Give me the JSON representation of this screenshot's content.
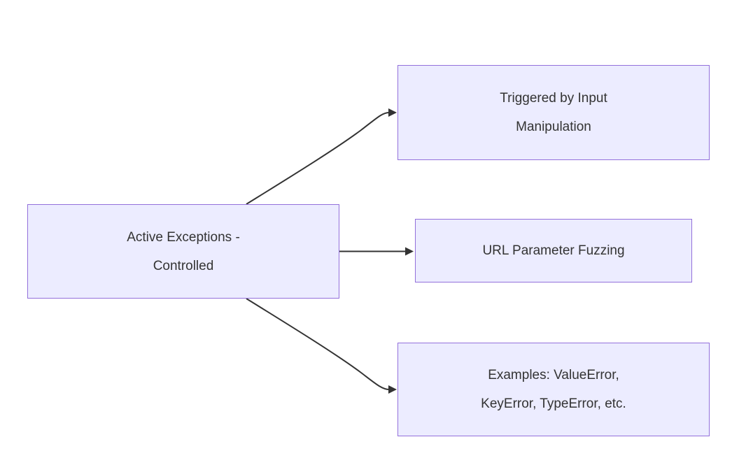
{
  "diagram": {
    "type": "flowchart-left-to-right",
    "colors": {
      "node-fill": "#ECECFF",
      "node-border": "#9370DB",
      "edge-color": "#333333",
      "text-color": "#333333",
      "background": "#FFFFFF"
    },
    "nodes": {
      "root": {
        "label": "Active Exceptions - Controlled",
        "lines": [
          "Active Exceptions -",
          "Controlled"
        ]
      },
      "child1": {
        "label": "Triggered by Input Manipulation",
        "lines": [
          "Triggered by Input",
          "Manipulation"
        ]
      },
      "child2": {
        "label": "URL Parameter Fuzzing",
        "lines": [
          "URL Parameter Fuzzing"
        ]
      },
      "child3": {
        "label": "Examples: ValueError, KeyError, TypeError, etc.",
        "lines": [
          "Examples: ValueError,",
          "KeyError, TypeError, etc."
        ]
      }
    },
    "edges": [
      {
        "from": "Active Exceptions - Controlled",
        "to": "Triggered by Input Manipulation"
      },
      {
        "from": "Active Exceptions - Controlled",
        "to": "URL Parameter Fuzzing"
      },
      {
        "from": "Active Exceptions - Controlled",
        "to": "Examples: ValueError, KeyError, TypeError, etc."
      }
    ]
  }
}
